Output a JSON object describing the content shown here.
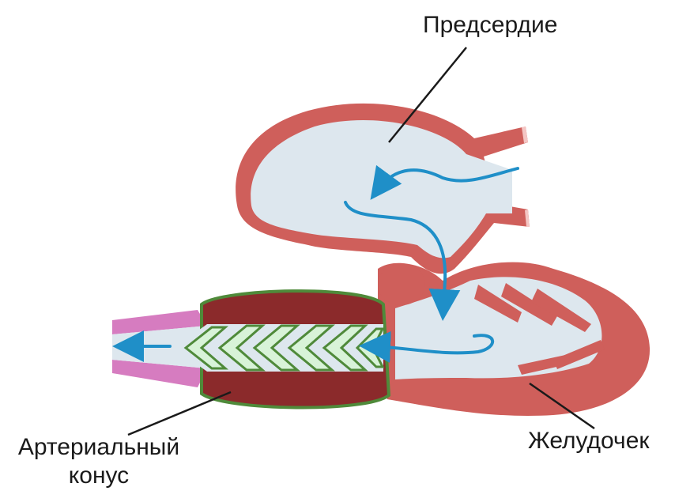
{
  "labels": {
    "atrium": "Предсердие",
    "ventricle": "Желудочек",
    "conus_line1": "Артериальный",
    "conus_line2": "конус"
  },
  "colors": {
    "muscle": "#cf5f5b",
    "muscle_dark": "#8b2a2b",
    "cavity": "#dde7ee",
    "valve": "#d8f3d8",
    "valve_outline": "#4f8a3a",
    "vessel": "#d67cc0",
    "arrow": "#1f8fc8",
    "leader": "#1a1a1a"
  }
}
